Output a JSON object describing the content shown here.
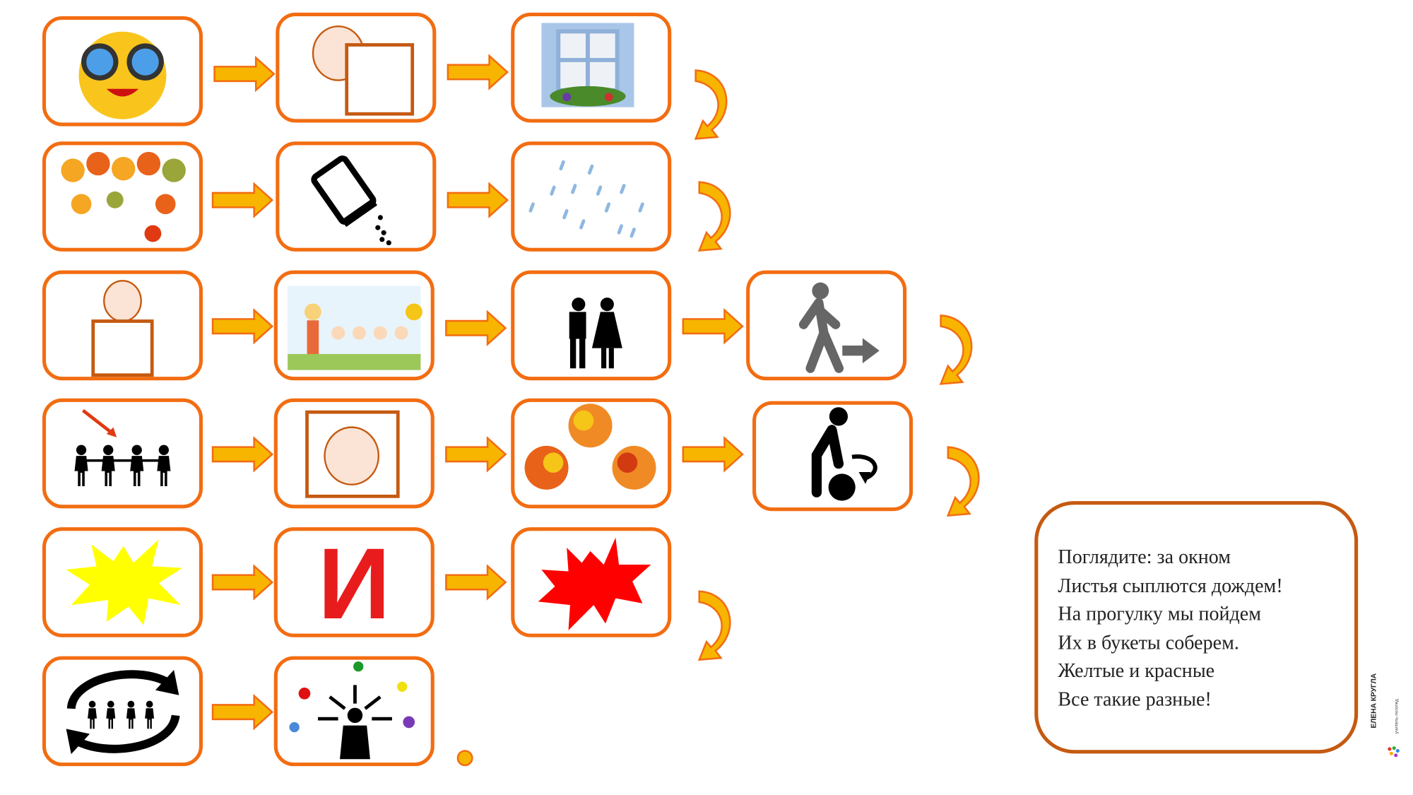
{
  "poem": {
    "lines": [
      "Поглядите: за окном",
      "Листья сыплются дождем!",
      "На прогулку мы пойдем",
      "Их в букеты соберем.",
      "Желтые и красные",
      "Все такие разные!"
    ]
  },
  "cards": {
    "letter_i": "И"
  },
  "logo": {
    "name": "ЕЛЕНА КРУГЛА",
    "role": "учитель-логопед"
  },
  "colors": {
    "card_border": "#f26d12",
    "arrow_fill": "#f7b500",
    "poem_border": "#c55a11"
  }
}
